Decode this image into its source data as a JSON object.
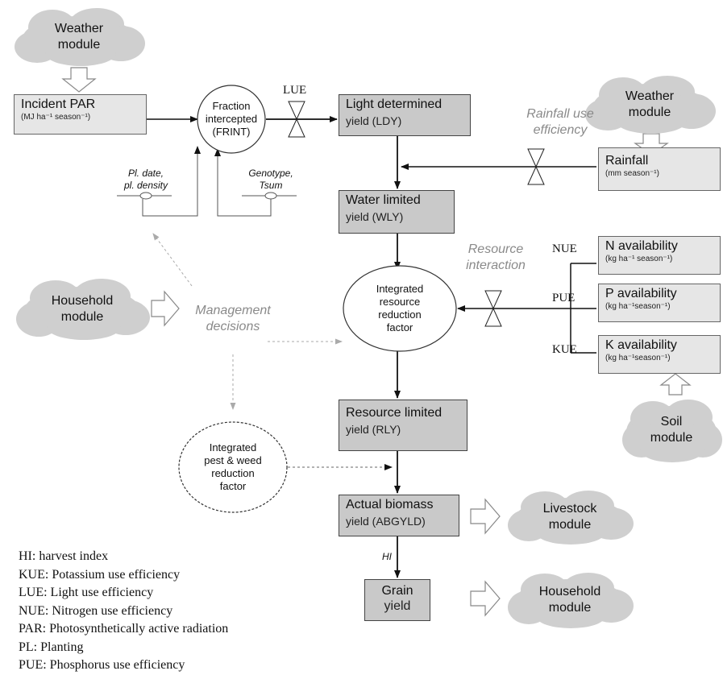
{
  "clouds": {
    "weather_top": [
      "Weather",
      "module"
    ],
    "weather_right": [
      "Weather",
      "module"
    ],
    "household_left": [
      "Household",
      "module"
    ],
    "soil": [
      "Soil",
      "module"
    ],
    "livestock": [
      "Livestock",
      "module"
    ],
    "household_bottom": [
      "Household",
      "module"
    ]
  },
  "boxes": {
    "incident_par": {
      "title": "Incident PAR",
      "sub": "(MJ ha⁻¹ season⁻¹)"
    },
    "ldy": {
      "title": "Light determined",
      "sub": "yield  (LDY)"
    },
    "wly": {
      "title": "Water limited",
      "sub": "yield  (WLY)"
    },
    "rainfall": {
      "title": "Rainfall",
      "sub": "(mm season⁻¹)"
    },
    "n_avail": {
      "title": "N availability",
      "sub": "(kg ha⁻¹ season⁻¹)"
    },
    "p_avail": {
      "title": "P availability",
      "sub": "(kg ha⁻¹season⁻¹)"
    },
    "k_avail": {
      "title": "K availability",
      "sub": "(kg ha⁻¹season⁻¹)"
    },
    "rly": {
      "title": "Resource limited",
      "sub": "yield  (RLY)"
    },
    "abgyld": {
      "title": "Actual biomass",
      "sub": "yield  (ABGYLD)"
    },
    "grain": {
      "title": "Grain",
      "sub": "yield"
    }
  },
  "circles": {
    "frint": [
      "Fraction",
      "intercepted",
      "(FRINT)"
    ],
    "irrf": [
      "Integrated",
      "resource",
      "reduction",
      "factor"
    ],
    "pest": [
      "Integrated",
      "pest & weed",
      "reduction",
      "factor"
    ]
  },
  "labels": {
    "lue": "LUE",
    "nue": "NUE",
    "pue": "PUE",
    "kue": "KUE",
    "hi": "HI",
    "rainfall_use": [
      "Rainfall use",
      "efficiency"
    ],
    "resource_interaction": [
      "Resource",
      "interaction"
    ],
    "management": [
      "Management",
      "decisions"
    ],
    "pl_date": [
      "Pl. date,",
      "pl. density"
    ],
    "genotype": [
      "Genotype,",
      "Tsum"
    ]
  },
  "legend": [
    "HI: harvest index",
    "KUE: Potassium use efficiency",
    "LUE: Light use efficiency",
    "NUE: Nitrogen use efficiency",
    "PAR: Photosynthetically active radiation",
    "PL: Planting",
    "PUE: Phosphorus use efficiency"
  ],
  "colors": {
    "box_dark": "#c9c9c9",
    "box_light": "#e6e6e6",
    "cloud": "#cfcfcf",
    "gray_text": "#8a8a8a"
  }
}
